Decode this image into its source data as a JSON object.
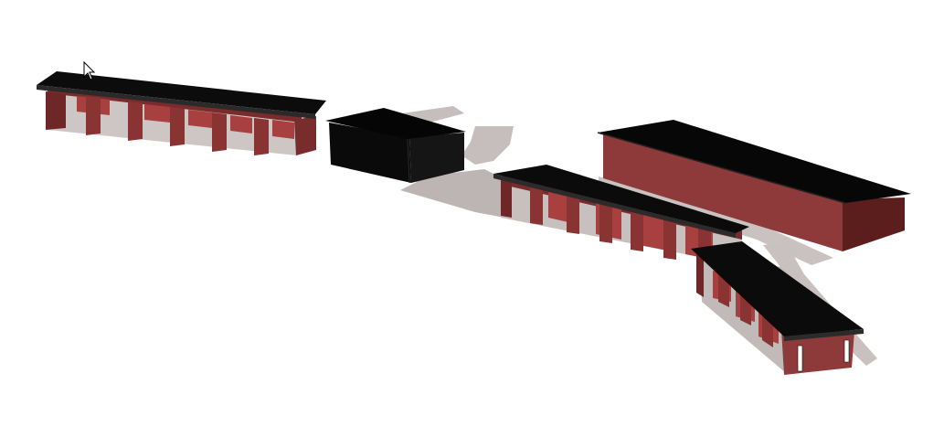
{
  "viewport": {
    "background": "#ffffff"
  },
  "colors": {
    "roof": "#0a0a0a",
    "wall_front": "#8e3a3a",
    "wall_side": "#6a2424",
    "wall_dark": "#4e1818",
    "interior": "#b04444",
    "floor": "#c9c1bf",
    "ground_shadow": "#b9b1af",
    "outline": "#111111"
  },
  "scene": {
    "buildings": [
      {
        "name": "open-stall-block-west",
        "icon": "stable-building"
      },
      {
        "name": "black-shed",
        "icon": "storage-building"
      },
      {
        "name": "open-stall-block-center",
        "icon": "stable-building"
      },
      {
        "name": "long-barn",
        "icon": "barn-building"
      },
      {
        "name": "open-stall-block-southeast",
        "icon": "stable-building"
      }
    ],
    "cursor_icon": "mouse-pointer-icon"
  }
}
